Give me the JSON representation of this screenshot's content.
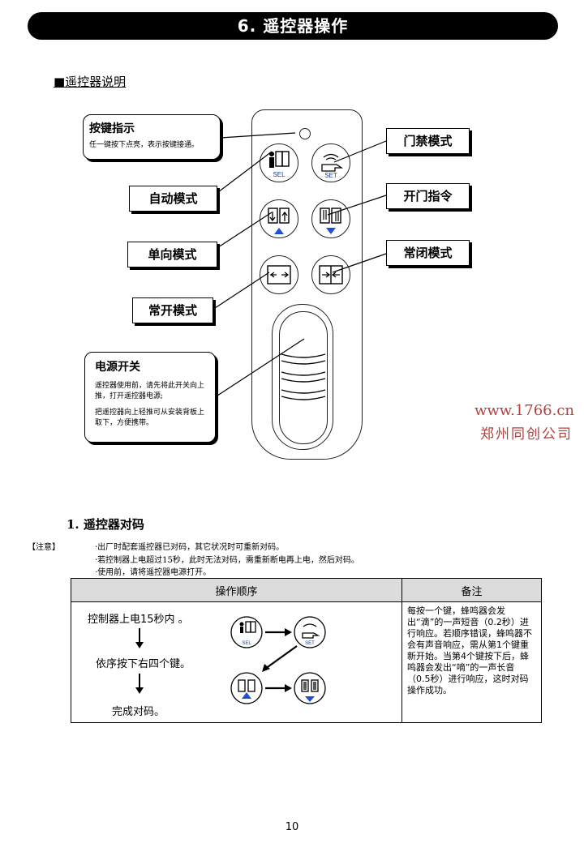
{
  "header": {
    "title": "6. 遥控器操作"
  },
  "section_remote": {
    "title": "■遥控器说明"
  },
  "remote_labels": {
    "indicator": {
      "title": "按键指示",
      "desc": "任一键按下点亮，表示按键接通。"
    },
    "access_mode": "门禁模式",
    "auto_mode": "自动模式",
    "open_command": "开门指令",
    "oneway_mode": "单向模式",
    "normally_closed_mode": "常闭模式",
    "normally_open_mode": "常开模式",
    "power_switch": {
      "title": "电源开关",
      "desc1": "遥控器使用前，请先将此开关向上推，打开遥控器电源;",
      "desc2": "把遥控器向上轻推可从安装背板上取下，方便携带。"
    }
  },
  "buttons": {
    "sel": "SEL",
    "set": "SET"
  },
  "watermark": {
    "line1": "www.1766.cn",
    "line2": "郑州同创公司"
  },
  "section_pairing": {
    "title": "1. 遥控器对码"
  },
  "notice": {
    "label": "【注意】",
    "items": [
      "·出厂时配套遥控器已对码，其它状况时可重新对码。",
      "·若控制器上电超过15秒，此时无法对码，需重新断电再上电，然后对码。",
      "·使用前，请将遥控器电源打开。"
    ]
  },
  "table": {
    "headers": [
      "操作顺序",
      "备注"
    ],
    "steps": [
      "控制器上电15秒内 。",
      "依序按下右四个键。",
      "完成对码。"
    ],
    "remark": "每按一个键，蜂鸣器会发出“滴”的一声短音（0.2秒）进行响应。若顺序错误，蜂鸣器不会有声音响应，需从第1个键重新开始。当第4个键按下后，蜂鸣器会发出“嘀”的一声长音（0.5秒）进行响应，这时对码操作成功。"
  },
  "page_number": "10"
}
